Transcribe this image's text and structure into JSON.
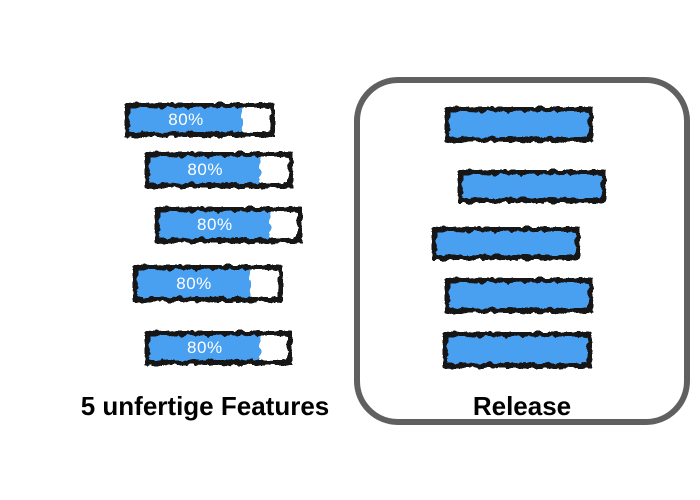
{
  "diagram": {
    "left_group": {
      "label": "5 unfertige Features",
      "bars": [
        {
          "value": "80%",
          "fill_percent": 80
        },
        {
          "value": "80%",
          "fill_percent": 80
        },
        {
          "value": "80%",
          "fill_percent": 80
        },
        {
          "value": "80%",
          "fill_percent": 80
        },
        {
          "value": "80%",
          "fill_percent": 80
        }
      ]
    },
    "release_box": {
      "label": "Release",
      "bars": [
        {
          "fill_percent": 100
        },
        {
          "fill_percent": 100
        },
        {
          "fill_percent": 100
        },
        {
          "fill_percent": 100
        },
        {
          "fill_percent": 100
        }
      ]
    }
  },
  "colors": {
    "background": "#ffffff",
    "bar_fill": "#4A9FF0",
    "bar_border": "#161616",
    "bar_text": "#ffffff",
    "box_border": "#606060",
    "label_text": "#000000"
  }
}
